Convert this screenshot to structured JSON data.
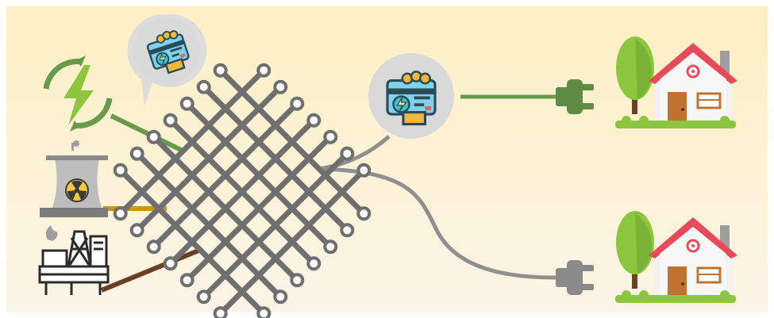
{
  "diagram": {
    "colors": {
      "background_top": "#fdf0c4",
      "background_bottom": "#fbf4e6",
      "grid_line": "#6f6f6f",
      "node_fill": "#ffffff",
      "renewable_line": "#6a9a4c",
      "nuclear_line": "#c8951a",
      "fossil_line": "#6b3f22",
      "consumer_line_gray": "#8f8f8f",
      "plug_green": "#5f8b45",
      "plug_gray": "#8a8a8a",
      "tree_green": "#8cc63f",
      "roof_red": "#e84a5a"
    },
    "sources": [
      {
        "name": "renewable-energy-source",
        "icon": "lightning-recycle-icon"
      },
      {
        "name": "nuclear-plant",
        "icon": "nuclear-cooling-tower-icon"
      },
      {
        "name": "fossil-plant",
        "icon": "oil-rig-icon"
      }
    ],
    "hub": {
      "icon": "power-grid-mesh-icon"
    },
    "contracts": [
      {
        "name": "source-contract",
        "icon": "energy-card-icon"
      },
      {
        "name": "consumer-contract",
        "icon": "energy-card-icon"
      }
    ],
    "consumers": [
      {
        "name": "house-top",
        "plug": "green-plug-icon"
      },
      {
        "name": "house-bottom",
        "plug": "gray-plug-icon"
      }
    ]
  }
}
